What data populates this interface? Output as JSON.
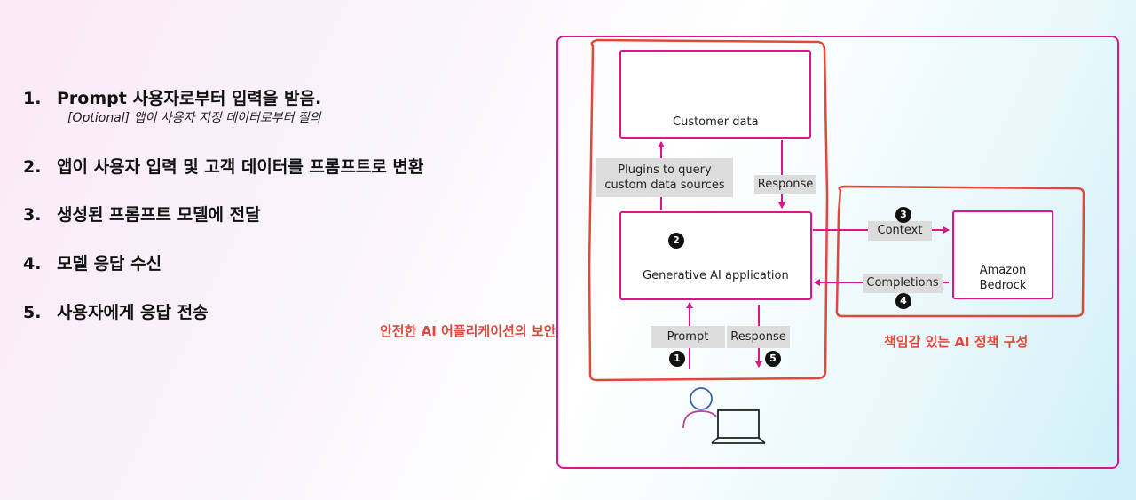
{
  "steps": [
    {
      "num": "1.",
      "text": "Prompt 사용자로부터 입력을 받음."
    },
    {
      "num": "2.",
      "text": "앱이 사용자 입력 및 고객 데이터를 프롬프트로 변환"
    },
    {
      "num": "3.",
      "text": "생성된 프롬프트 모델에 전달"
    },
    {
      "num": "4.",
      "text": "모델 응답 수신"
    },
    {
      "num": "5.",
      "text": "사용자에게 응답 전송"
    }
  ],
  "step1_sub": "[Optional] 앱이 사용자 지정 데이터로부터 질의",
  "diagram": {
    "customer_data": "Customer data",
    "plugins_line1": "Plugins to query",
    "plugins_line2": "custom data sources",
    "response_top": "Response",
    "genai_app": "Generative AI application",
    "context": "Context",
    "completions": "Completions",
    "bedrock_line1": "Amazon",
    "bedrock_line2": "Bedrock",
    "prompt": "Prompt",
    "response_bottom": "Response",
    "badges": [
      "1",
      "2",
      "3",
      "4",
      "5"
    ]
  },
  "annotations": {
    "secure_app": "안전한 AI 어플리케이션의 보안",
    "responsible_ai": "책임감 있는 AI 정책 구성"
  },
  "colors": {
    "accent": "#e0138c",
    "annotation": "#e0483d"
  }
}
